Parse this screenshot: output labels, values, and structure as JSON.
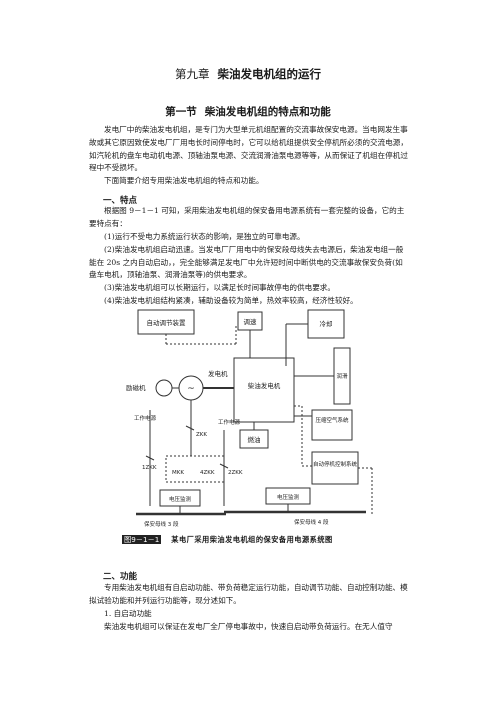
{
  "chapter": {
    "number": "第九章",
    "title": "柴油发电机组的运行"
  },
  "section": {
    "number": "第一节",
    "title": "柴油发电机组的特点和功能"
  },
  "intro": [
    "发电厂中的柴油发电机组，是专门为大型单元机组配置的交流事故保安电源。当电网发生事故或其它原因致使发电厂厂用电长时间停电时，它可以给机组提供安全停机所必须的交流电源，如汽轮机的盘车电动机电源、顶轴油泵电源、交流润滑油泵电源等等，从而保证了机组在停机过程中不受损坏。",
    "下面简要介绍专用柴油发电机组的特点和功能。"
  ],
  "part1": {
    "heading": "一、特点",
    "lead": "根据图 9－1－1 可知，采用柴油发电机组的保安备用电源系统有一套完整的设备，它的主要特点有：",
    "items": [
      "(1)运行不受电力系统运行状态的影响，是独立的可靠电源。",
      "(2)柴油发电机组启动迅速。当发电厂厂用电中的保安段母线失去电源后，柴油发电组一般能在 20s 之内自动启动，，完全能够满足发电厂中允许短时间中断供电的交流事故保安负荷(如盘车电机，顶轴油泵、润滑油泵等)的供电要求。",
      "(3)柴油发电机组可以长期运行，以满足长时间事故停电的供电要求。",
      "(4)柴油发电机组结构紧凑，辅助设备较为简单，热效率较高，经济性较好。"
    ]
  },
  "diagram": {
    "labels": {
      "auto_sync": "自动调节装置",
      "speed": "调速",
      "cooling": "冷却",
      "exciter": "励磁机",
      "generator": "发电机",
      "diesel": "柴油发电机",
      "lube": "润滑",
      "compressed_air": "压缩空气系统",
      "fuel": "燃油",
      "auto_start": "自动停机控制系统",
      "work_power_left": "工作电源",
      "work_power_right": "工作电源",
      "zkk": "ZKK",
      "zkk1": "1ZKK",
      "zkk2": "2ZKK",
      "mkk": "MKK",
      "kkk": "4ZKK",
      "voltage_left": "电压监测",
      "voltage_right": "电压监测",
      "bus_left": "保安母线 3 段",
      "bus_right": "保安母线 4 段"
    },
    "caption_label": "图9－1－1",
    "caption_title": "某电厂采用柴油发电机组的保安备用电源系统图"
  },
  "part2": {
    "heading": "二、功能",
    "lead": "专用柴油发电机组有自启动功能、带负荷稳定运行功能，自动调节功能、自动控制功能、模拟试验功能和并列运行功能等，现分述如下。",
    "sub": "1. 自启动功能",
    "text": "柴油发电机组可以保证在发电厂全厂停电事故中，快速自启动带负荷运行。在无人值守"
  }
}
